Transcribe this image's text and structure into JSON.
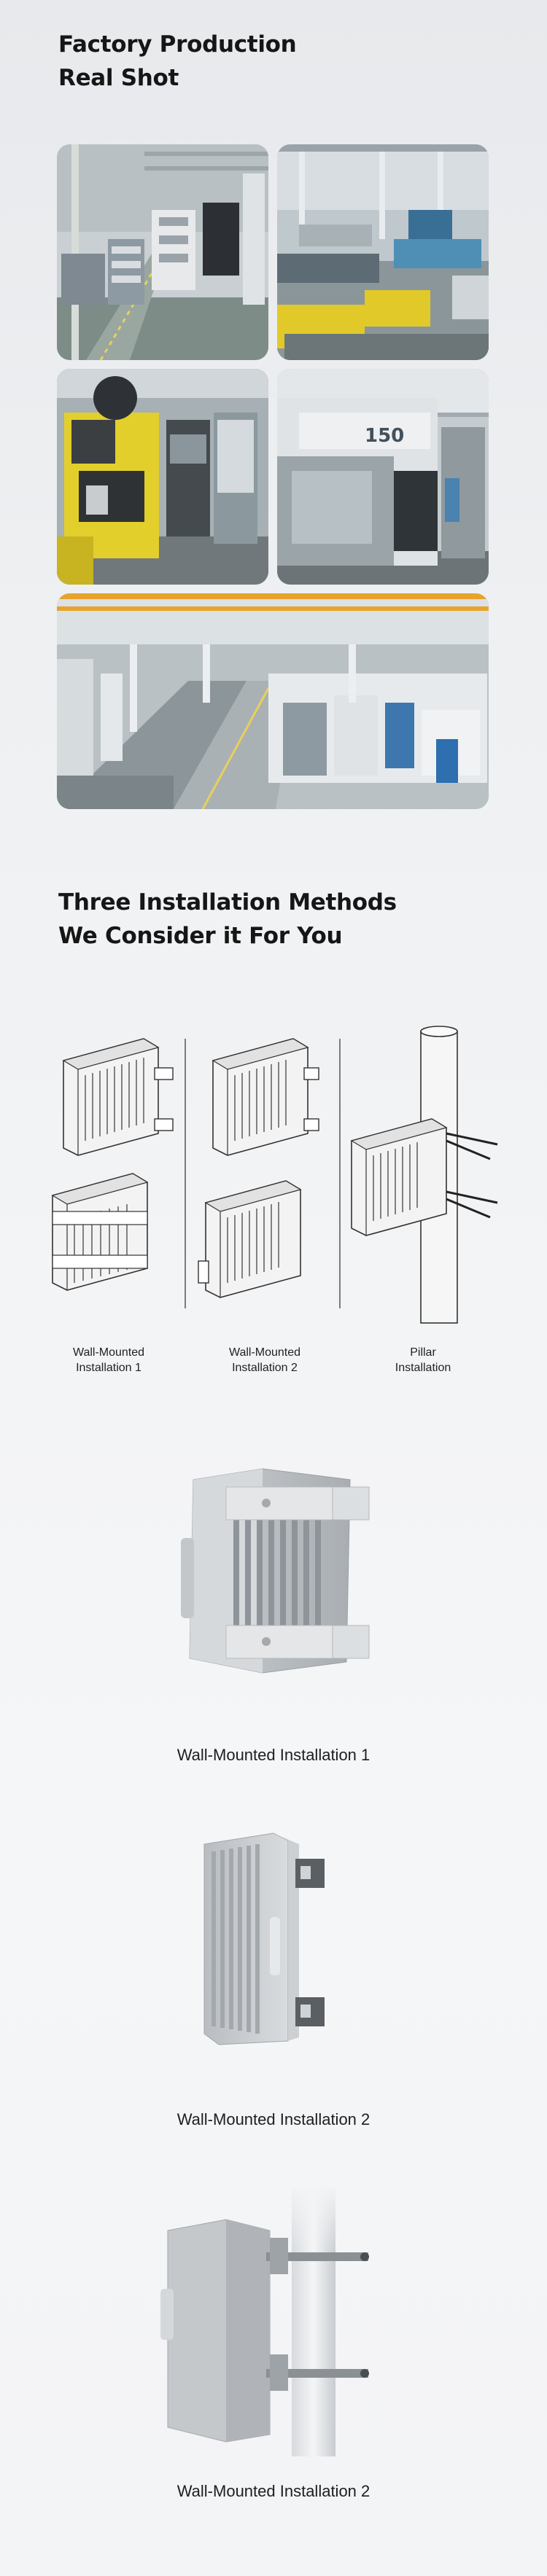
{
  "section_factory": {
    "title_line1": "Factory Production",
    "title_line2": "Real Shot",
    "photos": [
      {
        "name": "factory-photo-warehouse",
        "alt": "warehouse"
      },
      {
        "name": "factory-photo-assembly-line",
        "alt": "assembly line"
      },
      {
        "name": "factory-photo-machine",
        "alt": "machine"
      },
      {
        "name": "factory-photo-cnc",
        "alt": "cnc machine"
      },
      {
        "name": "factory-photo-workshop",
        "alt": "workshop"
      }
    ]
  },
  "section_installation": {
    "title_line1": "Three Installation Methods",
    "title_line2": "We Consider it For You",
    "methods": [
      {
        "label": "Wall-Mounted\nInstallation 1"
      },
      {
        "label": "Wall-Mounted\nInstallation 2"
      },
      {
        "label": "Pillar\nInstallation"
      }
    ]
  },
  "products": [
    {
      "caption": "Wall-Mounted Installation 1"
    },
    {
      "caption": "Wall-Mounted Installation 2"
    },
    {
      "caption": "Wall-Mounted Installation 2"
    }
  ]
}
